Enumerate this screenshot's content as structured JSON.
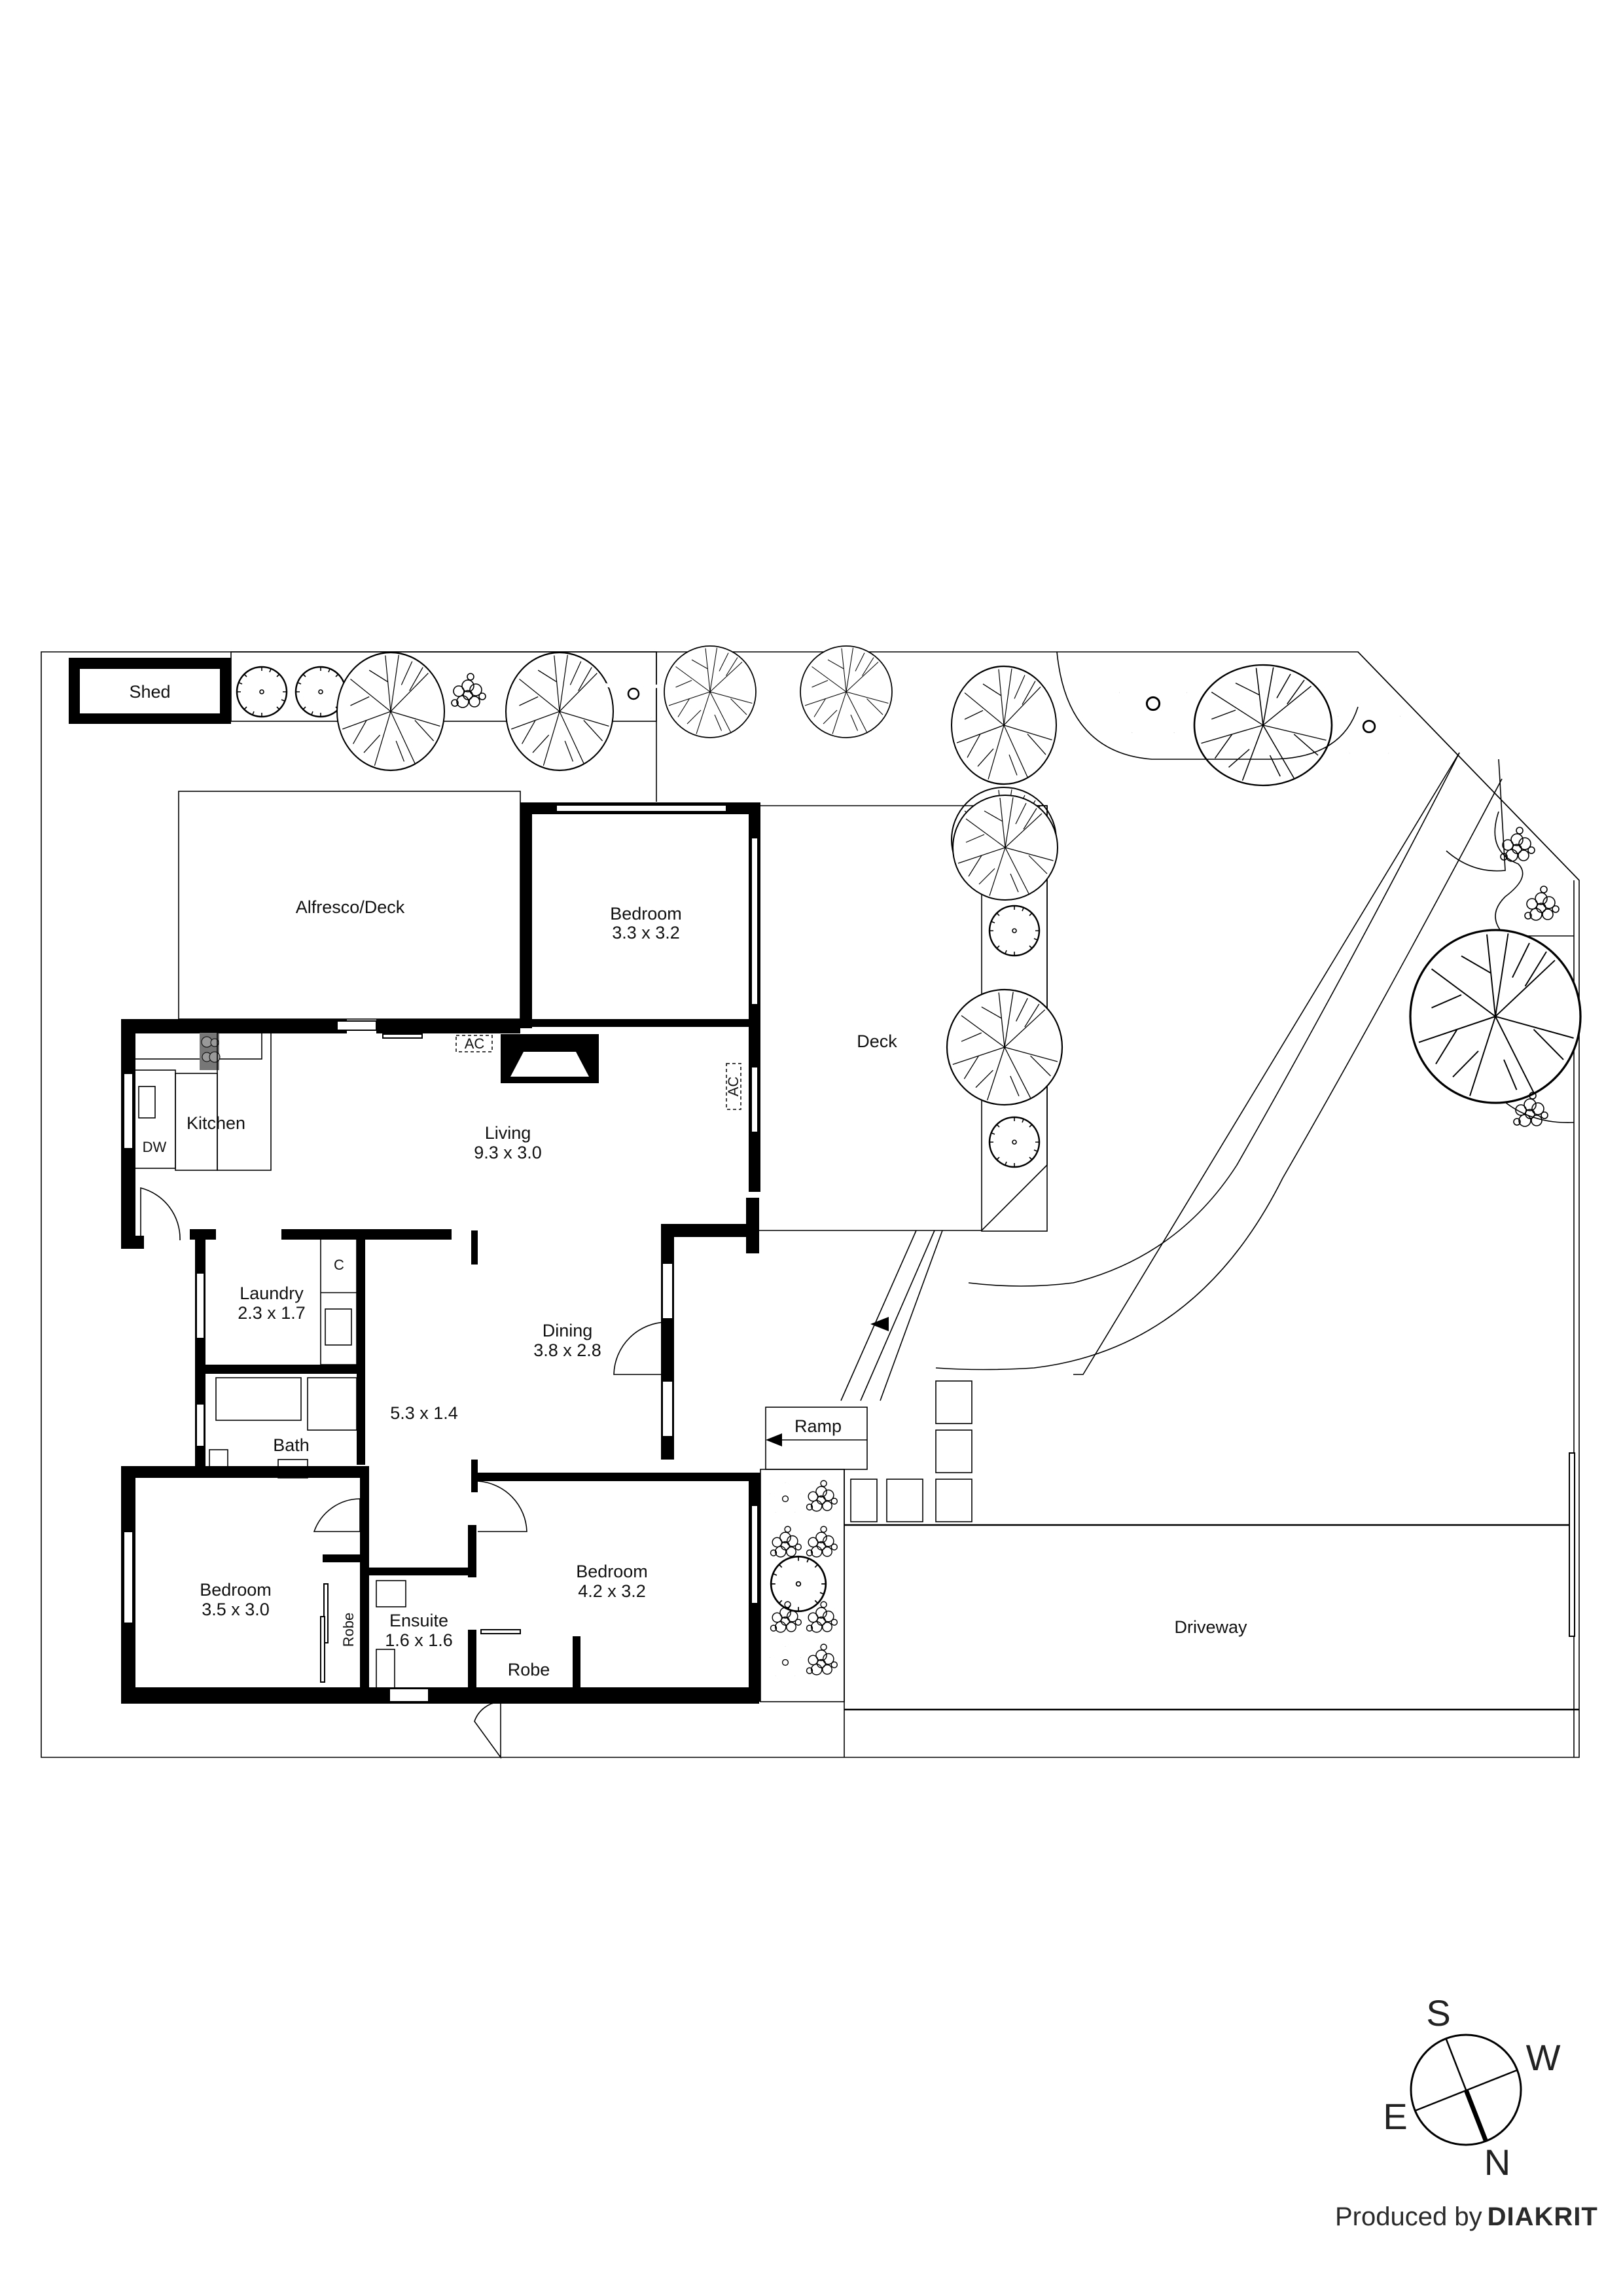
{
  "plan": {
    "rooms": {
      "shed": {
        "name": "Shed"
      },
      "alfresco": {
        "name": "Alfresco/Deck"
      },
      "bedroom_north": {
        "name": "Bedroom",
        "size": "3.3 x 3.2"
      },
      "kitchen": {
        "name": "Kitchen",
        "dw": "DW"
      },
      "living": {
        "name": "Living",
        "size": "9.3 x 3.0",
        "ac_top": "AC",
        "ac_side": "AC"
      },
      "deck": {
        "name": "Deck"
      },
      "laundry": {
        "name": "Laundry",
        "size": "2.3 x 1.7",
        "cupboard": "C"
      },
      "dining": {
        "name": "Dining",
        "size": "3.8 x 2.8"
      },
      "hall": {
        "size": "5.3 x 1.4"
      },
      "bath": {
        "name": "Bath"
      },
      "bedroom_west": {
        "name": "Bedroom",
        "size": "3.5 x 3.0",
        "robe": "Robe"
      },
      "ensuite": {
        "name": "Ensuite",
        "size": "1.6 x 1.6"
      },
      "bedroom_main": {
        "name": "Bedroom",
        "size": "4.2 x 3.2",
        "robe": "Robe"
      },
      "ramp": {
        "name": "Ramp"
      },
      "driveway": {
        "name": "Driveway"
      }
    }
  },
  "compass": {
    "n": "N",
    "s": "S",
    "e": "E",
    "w": "W"
  },
  "footer": {
    "prefix": "Produced by",
    "brand": "DIAKRIT"
  },
  "colors": {
    "wall": "#000000",
    "background": "#ffffff",
    "text": "#111111"
  }
}
